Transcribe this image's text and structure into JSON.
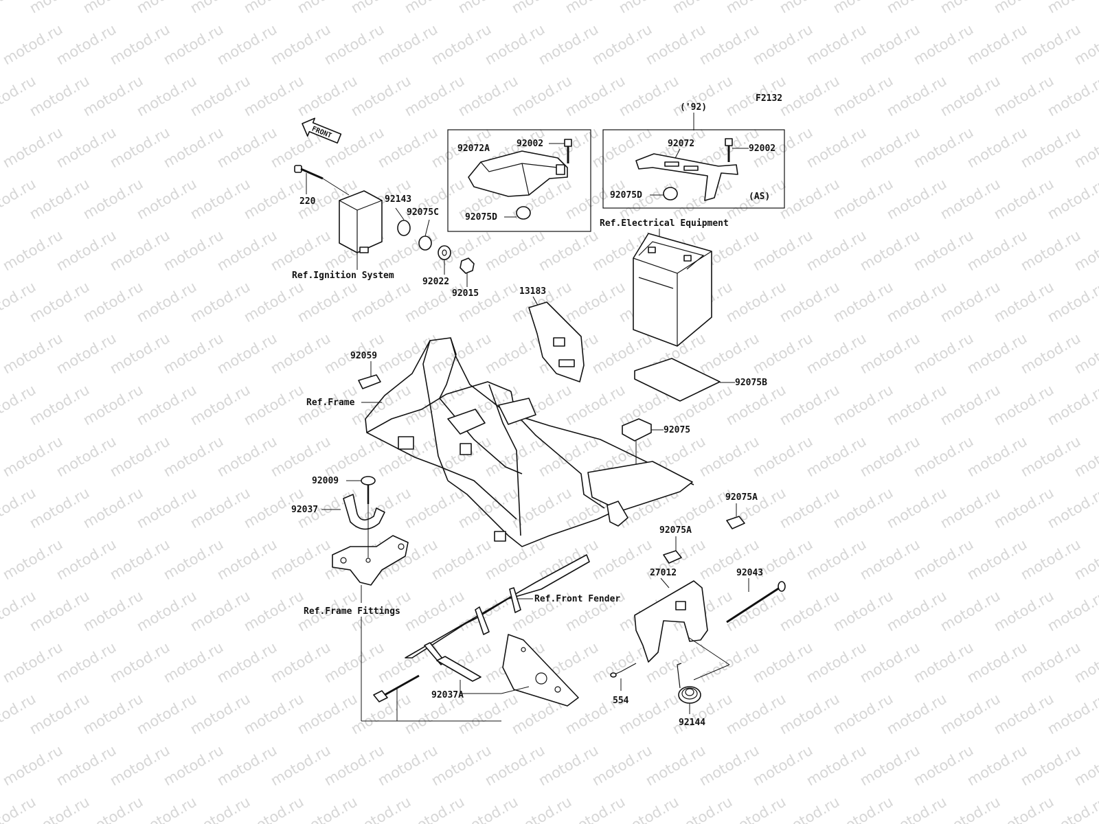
{
  "watermark_text": "motod.ru",
  "figure_code": "F2132",
  "variant_year": "('92)",
  "variant_suffix": "(AS)",
  "front_arrow_label": "FRONT",
  "part_numbers": {
    "p220": "220",
    "p92143": "92143",
    "p92075C": "92075C",
    "p92022": "92022",
    "p92015": "92015",
    "p92072A": "92072A",
    "p92002_a": "92002",
    "p92075D_a": "92075D",
    "p92072": "92072",
    "p92002_b": "92002",
    "p92075D_b": "92075D",
    "p13183": "13183",
    "p92059": "92059",
    "p92075B": "92075B",
    "p92075": "92075",
    "p92075A_a": "92075A",
    "p92075A_b": "92075A",
    "p92009": "92009",
    "p92037": "92037",
    "p27012": "27012",
    "p92043": "92043",
    "p554": "554",
    "p92144": "92144",
    "p92037A": "92037A"
  },
  "references": {
    "ignition": "Ref.Ignition System",
    "electrical": "Ref.Electrical Equipment",
    "frame": "Ref.Frame",
    "frame_fittings": "Ref.Frame Fittings",
    "front_fender": "Ref.Front Fender"
  },
  "colors": {
    "ink": "#111111",
    "watermark": "#d6d6d6",
    "background": "#ffffff"
  }
}
